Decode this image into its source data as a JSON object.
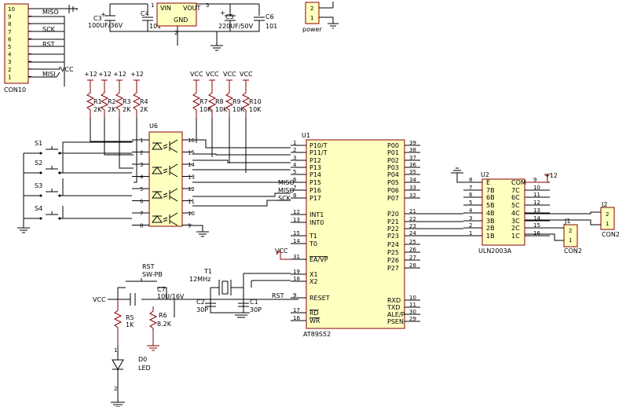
{
  "con10": {
    "ref": "CON10",
    "pins": [
      "10",
      "9",
      "8",
      "7",
      "6",
      "5",
      "4",
      "3",
      "2",
      "1"
    ],
    "nets": [
      "MISO",
      "SCK",
      "RST",
      "MISI"
    ],
    "vcc": "VCC"
  },
  "regulator": {
    "vin": "VIN",
    "vout": "VOUT",
    "gnd": "GND",
    "pin1": "1",
    "pin2": "2",
    "pin3": "3"
  },
  "caps_top": {
    "c3": "C3",
    "c3_val": "100UF/36V",
    "c4": "C4",
    "c4_val": "101",
    "c5": "C5",
    "c5_val": "220UF/50V",
    "c6": "C6",
    "c6_val": "101",
    "plus": "+"
  },
  "power_conn": {
    "ref": "power",
    "pin2": "2",
    "pin1": "1"
  },
  "pullups": {
    "p12": "+12",
    "vcc": "VCC",
    "r": [
      {
        "ref": "R1",
        "val": "2K"
      },
      {
        "ref": "R2",
        "val": "2K"
      },
      {
        "ref": "R3",
        "val": "2K"
      },
      {
        "ref": "R4",
        "val": "2K"
      },
      {
        "ref": "R7",
        "val": "10K"
      },
      {
        "ref": "R8",
        "val": "10K"
      },
      {
        "ref": "R9",
        "val": "10K"
      },
      {
        "ref": "R10",
        "val": "10K"
      }
    ]
  },
  "u6": {
    "ref": "U6",
    "left_pins": [
      "1",
      "2",
      "3",
      "4",
      "5",
      "6",
      "7",
      "8"
    ],
    "right_pins": [
      "16",
      "15",
      "14",
      "13",
      "12",
      "11",
      "10",
      "9"
    ]
  },
  "switches": [
    "S1",
    "S2",
    "S3",
    "S4"
  ],
  "u1": {
    "ref": "U1",
    "part": "AT89S52",
    "left": [
      {
        "n": "1",
        "l": "P10/T"
      },
      {
        "n": "2",
        "l": "P11/T"
      },
      {
        "n": "3",
        "l": "P12"
      },
      {
        "n": "4",
        "l": "P13"
      },
      {
        "n": "5",
        "l": "P14"
      },
      {
        "n": "6",
        "l": "P15"
      },
      {
        "n": "7",
        "l": "P16"
      },
      {
        "n": "8",
        "l": "P17"
      },
      {
        "n": "12",
        "l": "INT1"
      },
      {
        "n": "13",
        "l": "INT0"
      },
      {
        "n": "15",
        "l": "T1"
      },
      {
        "n": "14",
        "l": "T0"
      },
      {
        "n": "31",
        "l": "EA/VP"
      },
      {
        "n": "19",
        "l": "X1"
      },
      {
        "n": "18",
        "l": "X2"
      },
      {
        "n": "9",
        "l": "RESET"
      },
      {
        "n": "17",
        "l": "RD"
      },
      {
        "n": "16",
        "l": "WR"
      }
    ],
    "right": [
      {
        "n": "39",
        "l": "P00"
      },
      {
        "n": "38",
        "l": "P01"
      },
      {
        "n": "37",
        "l": "P02"
      },
      {
        "n": "36",
        "l": "P03"
      },
      {
        "n": "35",
        "l": "P04"
      },
      {
        "n": "34",
        "l": "P05"
      },
      {
        "n": "33",
        "l": "P06"
      },
      {
        "n": "32",
        "l": "P07"
      },
      {
        "n": "21",
        "l": "P20"
      },
      {
        "n": "22",
        "l": "P21"
      },
      {
        "n": "23",
        "l": "P22"
      },
      {
        "n": "24",
        "l": "P23"
      },
      {
        "n": "25",
        "l": "P24"
      },
      {
        "n": "26",
        "l": "P25"
      },
      {
        "n": "27",
        "l": "P26"
      },
      {
        "n": "28",
        "l": "P27"
      },
      {
        "n": "10",
        "l": "RXD"
      },
      {
        "n": "11",
        "l": "TXD"
      },
      {
        "n": "30",
        "l": "ALE/P"
      },
      {
        "n": "29",
        "l": "PSEN"
      }
    ],
    "nets": [
      "MISO",
      "MISO",
      "SCK"
    ],
    "vcc": "VCC"
  },
  "u2": {
    "ref": "U2",
    "part": "ULN2003A",
    "left": [
      {
        "n": "8",
        "l": "E"
      },
      {
        "n": "7",
        "l": "7B"
      },
      {
        "n": "6",
        "l": "6B"
      },
      {
        "n": "5",
        "l": "5B"
      },
      {
        "n": "4",
        "l": "4B"
      },
      {
        "n": "3",
        "l": "3B"
      },
      {
        "n": "2",
        "l": "2B"
      },
      {
        "n": "1",
        "l": "1B"
      }
    ],
    "right": [
      {
        "n": "9",
        "l": "COM"
      },
      {
        "n": "10",
        "l": "7C"
      },
      {
        "n": "11",
        "l": "6C"
      },
      {
        "n": "12",
        "l": "5C"
      },
      {
        "n": "13",
        "l": "4C"
      },
      {
        "n": "14",
        "l": "3C"
      },
      {
        "n": "15",
        "l": "2C"
      },
      {
        "n": "16",
        "l": "1C"
      }
    ],
    "p12": "+12"
  },
  "j1": {
    "ref": "J1",
    "part": "CON2",
    "pins": [
      "2",
      "1"
    ]
  },
  "j2": {
    "ref": "J2",
    "part": "CON2",
    "pins": [
      "2",
      "1"
    ]
  },
  "reset": {
    "rst": "RST",
    "sw": "SW-PB",
    "c7": "C7",
    "c7_val": "10U/16V",
    "r5": "R5",
    "r5_val": "1K",
    "r6": "R6",
    "r6_val": "8.2K",
    "d0": "D0",
    "led": "LED",
    "vcc": "VCC",
    "rst_net": "RST",
    "pin1": "1",
    "pin2": "2"
  },
  "crystal": {
    "t1": "T1",
    "freq": "12MHz",
    "c2": "C2",
    "c2_val": "30P",
    "c1": "C1",
    "c1_val": "30P"
  }
}
